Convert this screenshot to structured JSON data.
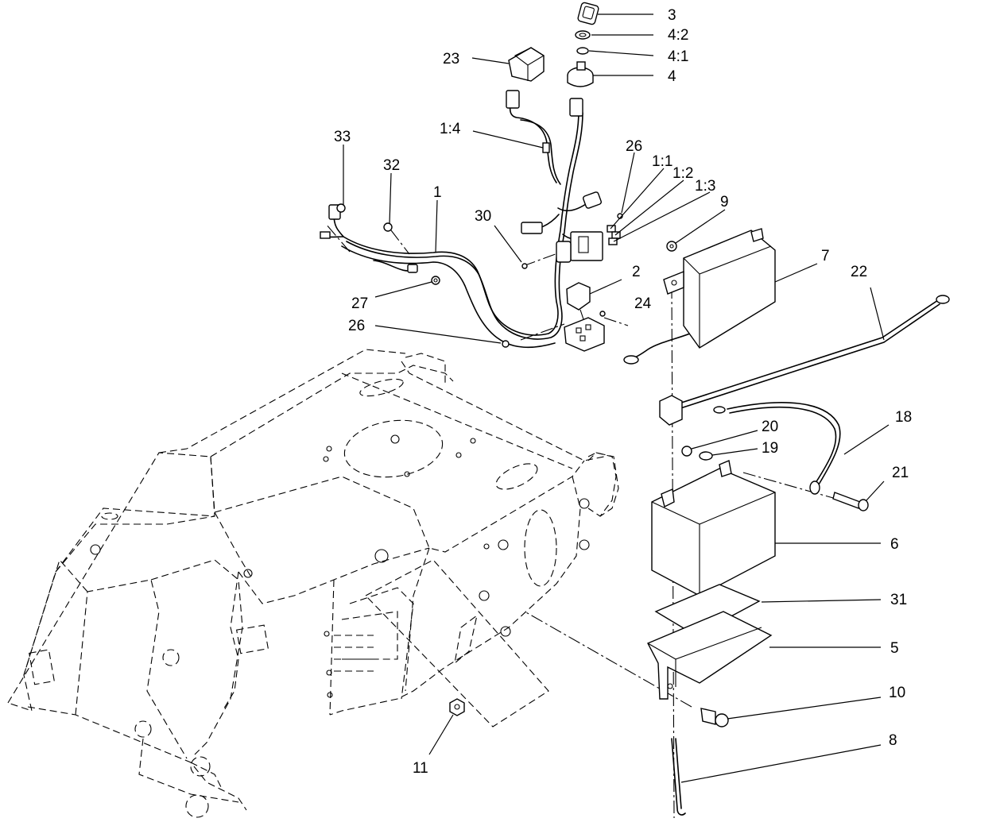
{
  "callouts": [
    {
      "id": "c3",
      "text": "3"
    },
    {
      "id": "c4_2",
      "text": "4:2"
    },
    {
      "id": "c4_1",
      "text": "4:1"
    },
    {
      "id": "c4",
      "text": "4"
    },
    {
      "id": "c23",
      "text": "23"
    },
    {
      "id": "c1_4",
      "text": "1:4"
    },
    {
      "id": "c33",
      "text": "33"
    },
    {
      "id": "c32",
      "text": "32"
    },
    {
      "id": "c1",
      "text": "1"
    },
    {
      "id": "c26a",
      "text": "26"
    },
    {
      "id": "c1_1",
      "text": "1:1"
    },
    {
      "id": "c1_2",
      "text": "1:2"
    },
    {
      "id": "c1_3",
      "text": "1:3"
    },
    {
      "id": "c9",
      "text": "9"
    },
    {
      "id": "c30",
      "text": "30"
    },
    {
      "id": "c7",
      "text": "7"
    },
    {
      "id": "c22",
      "text": "22"
    },
    {
      "id": "c2",
      "text": "2"
    },
    {
      "id": "c24",
      "text": "24"
    },
    {
      "id": "c27",
      "text": "27"
    },
    {
      "id": "c26b",
      "text": "26"
    },
    {
      "id": "c18",
      "text": "18"
    },
    {
      "id": "c20",
      "text": "20"
    },
    {
      "id": "c19",
      "text": "19"
    },
    {
      "id": "c21",
      "text": "21"
    },
    {
      "id": "c6",
      "text": "6"
    },
    {
      "id": "c31",
      "text": "31"
    },
    {
      "id": "c5",
      "text": "5"
    },
    {
      "id": "c10",
      "text": "10"
    },
    {
      "id": "c8",
      "text": "8"
    },
    {
      "id": "c11",
      "text": "11"
    }
  ]
}
